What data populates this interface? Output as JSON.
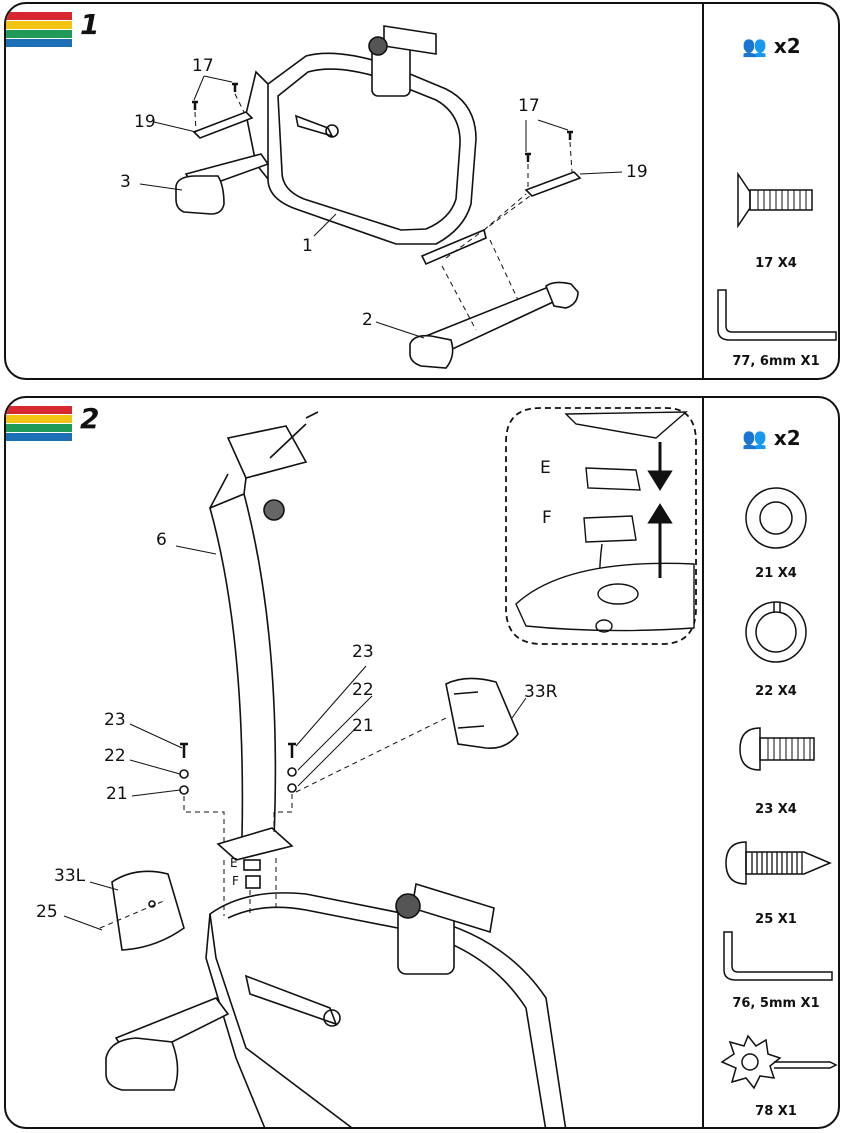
{
  "colors": {
    "stripe_red": "#d7282f",
    "stripe_yellow": "#f2c313",
    "stripe_green": "#1f9a57",
    "stripe_blue": "#1d6fb8"
  },
  "step1": {
    "number": "1",
    "persons": "x2",
    "callouts": {
      "c17a": "17",
      "c19a": "19",
      "c3": "3",
      "c1": "1",
      "c17b": "17",
      "c19b": "19",
      "c2": "2"
    },
    "hardware": [
      {
        "label": "17 X4",
        "icon": "bolt-icon"
      },
      {
        "label": "77, 6mm X1",
        "icon": "allen-key-icon"
      }
    ]
  },
  "step2": {
    "number": "2",
    "persons": "x2",
    "callouts": {
      "c6": "6",
      "c23a": "23",
      "c22a": "22",
      "c21a": "21",
      "c23b": "23",
      "c22b": "22",
      "c21b": "21",
      "c33r": "33R",
      "c33l": "33L",
      "c25": "25",
      "ce": "E",
      "cf": "F",
      "ce2": "E",
      "cf2": "F"
    },
    "hardware": [
      {
        "label": "21 X4",
        "icon": "washer-icon"
      },
      {
        "label": "22 X4",
        "icon": "split-washer-icon"
      },
      {
        "label": "23 X4",
        "icon": "bolt-icon"
      },
      {
        "label": "25 X1",
        "icon": "screw-icon"
      },
      {
        "label": "76, 5mm X1",
        "icon": "allen-key-icon"
      },
      {
        "label": "78 X1",
        "icon": "wrench-icon"
      }
    ]
  }
}
